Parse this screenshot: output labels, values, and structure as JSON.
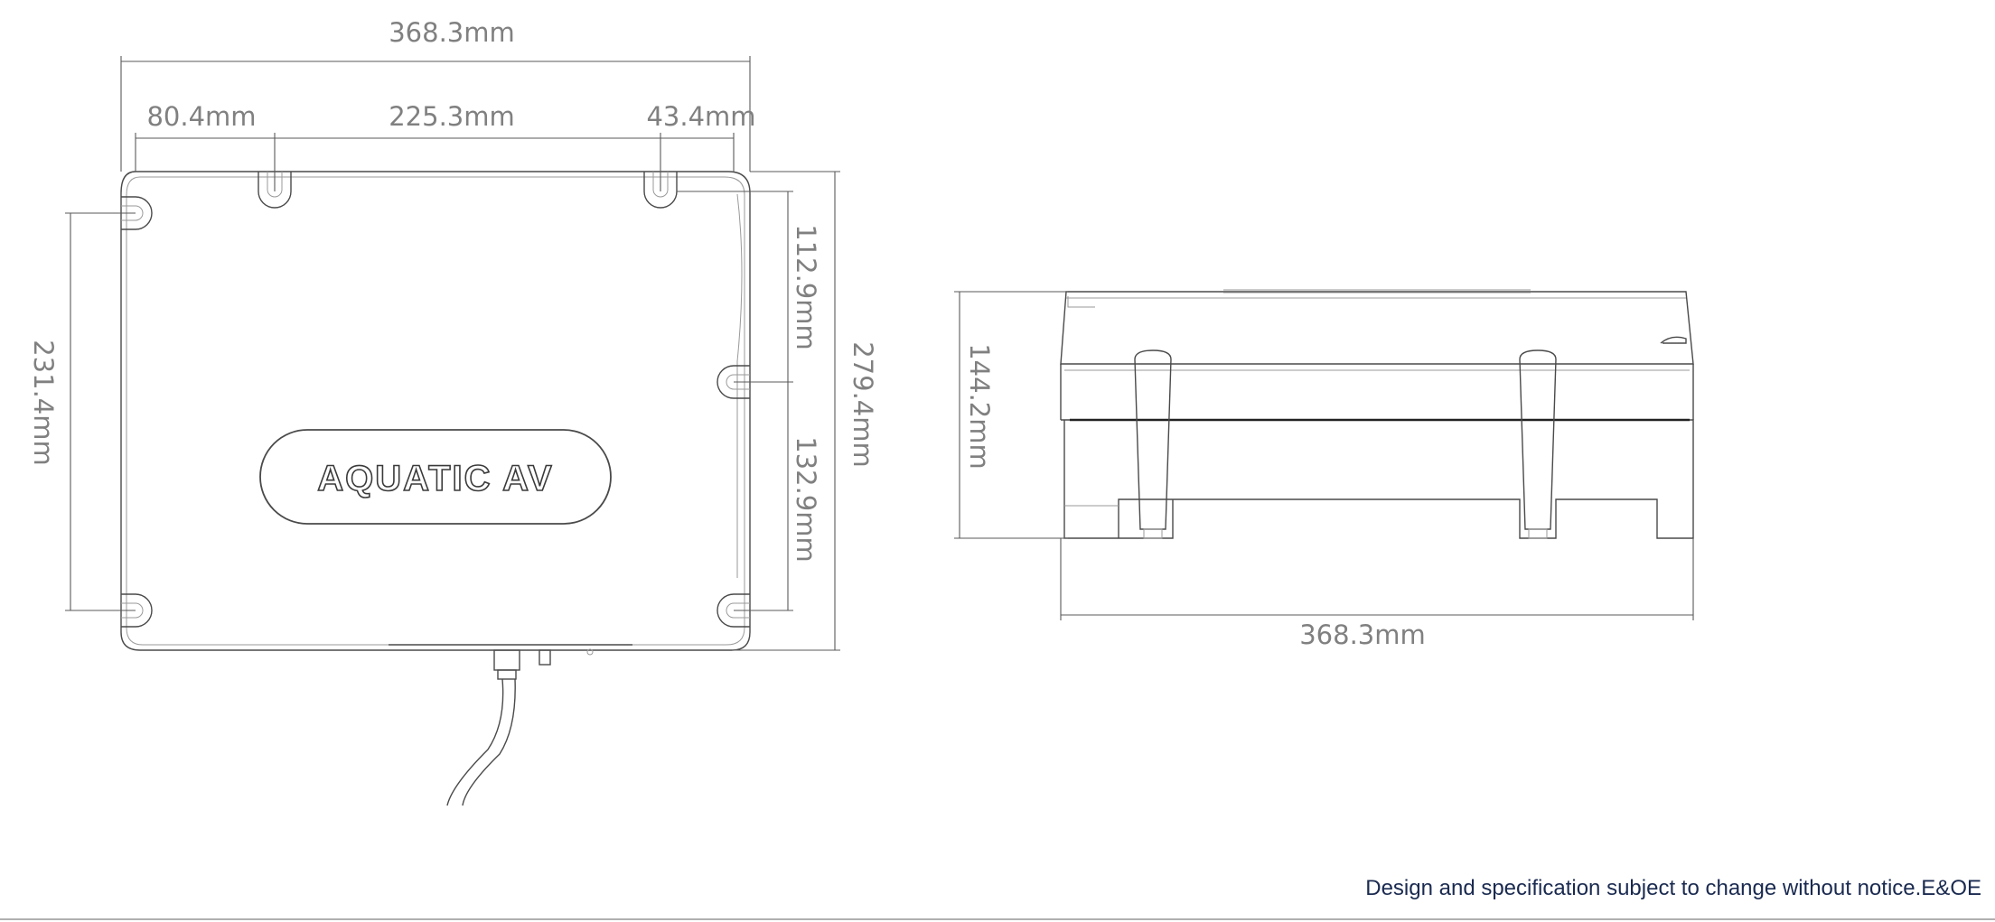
{
  "top_view": {
    "width": "368.3mm",
    "offset_left": "80.4mm",
    "slot_spacing": "225.3mm",
    "offset_right": "43.4mm",
    "mount_height_left": "231.4mm",
    "upper_height_right": "112.9mm",
    "lower_height_right": "132.9mm",
    "overall_height": "279.4mm",
    "logo_text": "AQUATIC AV"
  },
  "side_view": {
    "height": "144.2mm",
    "width": "368.3mm"
  },
  "footer": {
    "note": "Design and specification subject to change without notice.E&OE"
  }
}
